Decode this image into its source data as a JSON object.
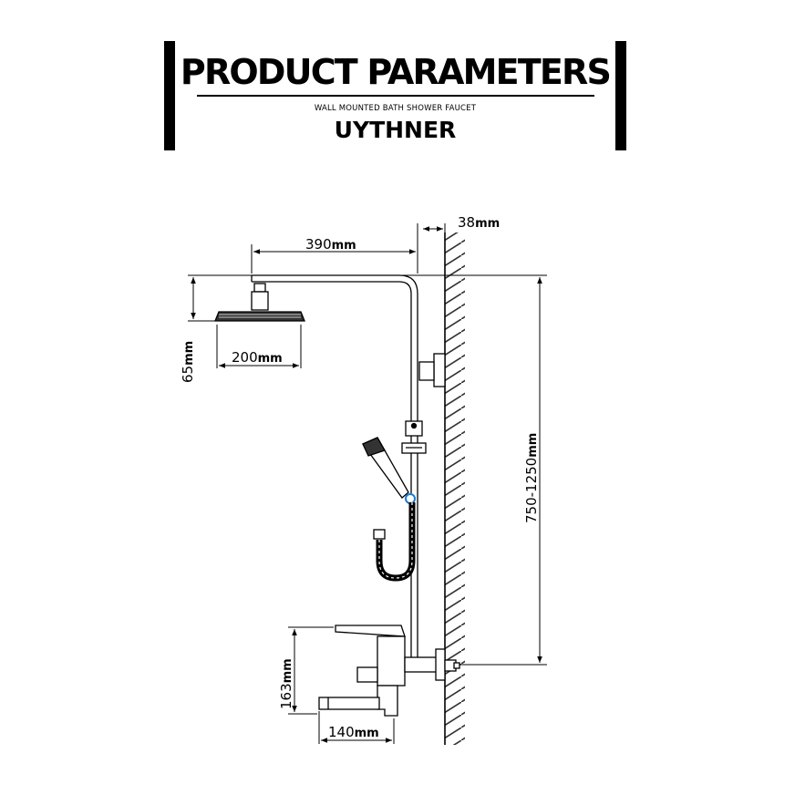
{
  "header": {
    "title": "PRODUCT PARAMETERS",
    "subtitle": "WALL MOUNTED BATH SHOWER FAUCET",
    "brand": "UYTHNER"
  },
  "dimensions": {
    "wall_offset": {
      "value": "38",
      "unit": "mm"
    },
    "arm_length": {
      "value": "390",
      "unit": "mm"
    },
    "head_diameter": {
      "value": "200",
      "unit": "mm"
    },
    "head_drop": {
      "value": "65",
      "unit": "mm"
    },
    "height_range": {
      "value": "750-1250",
      "unit": "mm"
    },
    "mixer_height": {
      "value": "163",
      "unit": "mm"
    },
    "spout_length": {
      "value": "140",
      "unit": "mm"
    }
  }
}
